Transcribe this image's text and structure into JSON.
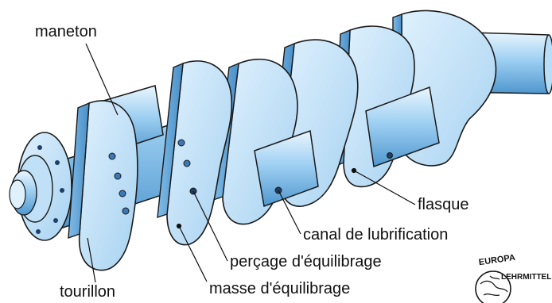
{
  "labels": {
    "maneton": "maneton",
    "flasque": "flasque",
    "canal": "canal de lubrification",
    "percage": "perçage d'équilibrage",
    "masse": "masse d'équilibrage",
    "tourillon": "tourillon"
  },
  "logo": {
    "top": "EUROPA",
    "side": "LEHRMITTEL"
  },
  "colors": {
    "metal_light": "#cfe9fb",
    "metal_mid": "#a9d3f2",
    "metal_dark": "#5ea6d9",
    "outline": "#1a1a1a"
  }
}
